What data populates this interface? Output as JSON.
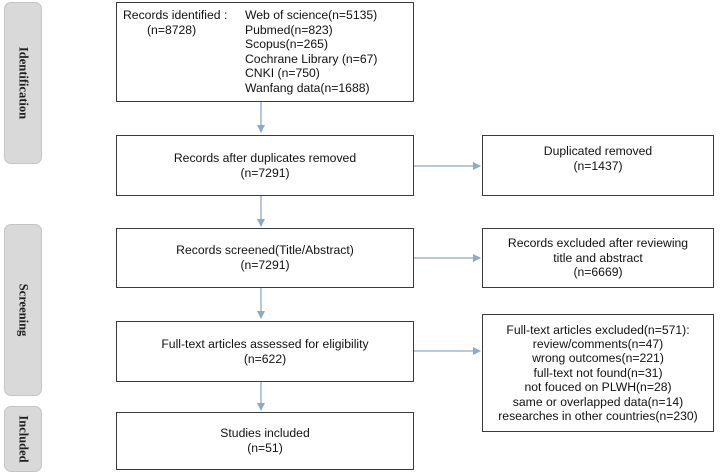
{
  "colors": {
    "stage_fill": "#d9d9d9",
    "box_border": "#3b3b3b",
    "arrow": "#8fa9c8"
  },
  "stages": [
    {
      "id": "identification",
      "label": "Identification"
    },
    {
      "id": "screening",
      "label": "Screening"
    },
    {
      "id": "included",
      "label": "Included"
    }
  ],
  "records_identified": {
    "label": "Records identified :",
    "count": "(n=8728)",
    "sources": [
      "Web of science(n=5135)",
      "Pubmed(n=823)",
      "Scopus(n=265)",
      "Cochrane Library  (n=67)",
      "CNKI  (n=750)",
      "Wanfang data(n=1688)"
    ]
  },
  "after_duplicates": {
    "title": "Records after duplicates removed",
    "count": "(n=7291)"
  },
  "duplicates_removed": {
    "title": "Duplicated removed",
    "count": "(n=1437)"
  },
  "screened": {
    "title": "Records screened(Title/Abstract)",
    "count": "(n=7291)"
  },
  "excluded_screening": {
    "lines": [
      "Records excluded after reviewing",
      "title and abstract",
      "(n=6669)"
    ]
  },
  "fulltext_assessed": {
    "title": "Full-text articles assessed for eligibility",
    "count": "(n=622)"
  },
  "fulltext_excluded": {
    "lines": [
      "Full-text articles excluded(n=571):",
      "review/comments(n=47)",
      "wrong outcomes(n=221)",
      "full-text not found(n=31)",
      "not  fouced on PLWH(n=28)",
      "same or overlapped data(n=14)",
      "researches in other countries(n=230)"
    ]
  },
  "included": {
    "title": "Studies included",
    "count": "(n=51)"
  }
}
